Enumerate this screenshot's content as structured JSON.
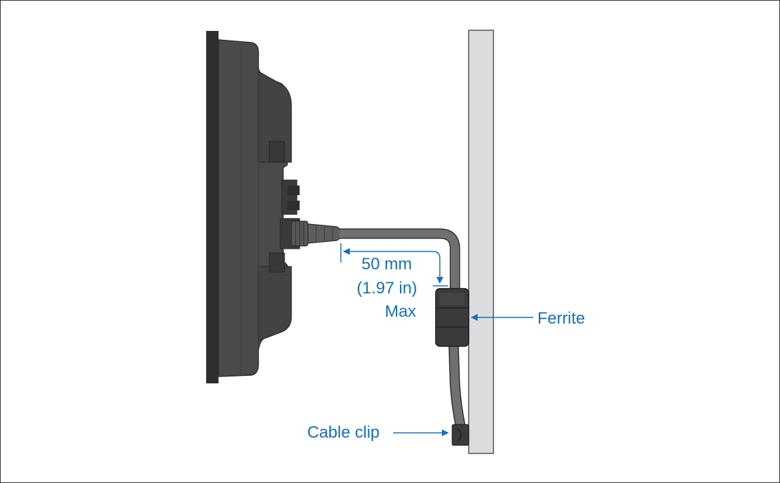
{
  "labels": {
    "dimension_line1": "50 mm",
    "dimension_line2": "(1.97 in)",
    "dimension_line3": "Max",
    "ferrite": "Ferrite",
    "cable_clip": "Cable clip"
  },
  "colors": {
    "annotation": "#1a6fb3",
    "device_body": "#4a4a4c",
    "device_dark": "#2e2e30",
    "panel": "#dcdcde",
    "cable": "#707072",
    "ferrite": "#3a3a3c"
  }
}
